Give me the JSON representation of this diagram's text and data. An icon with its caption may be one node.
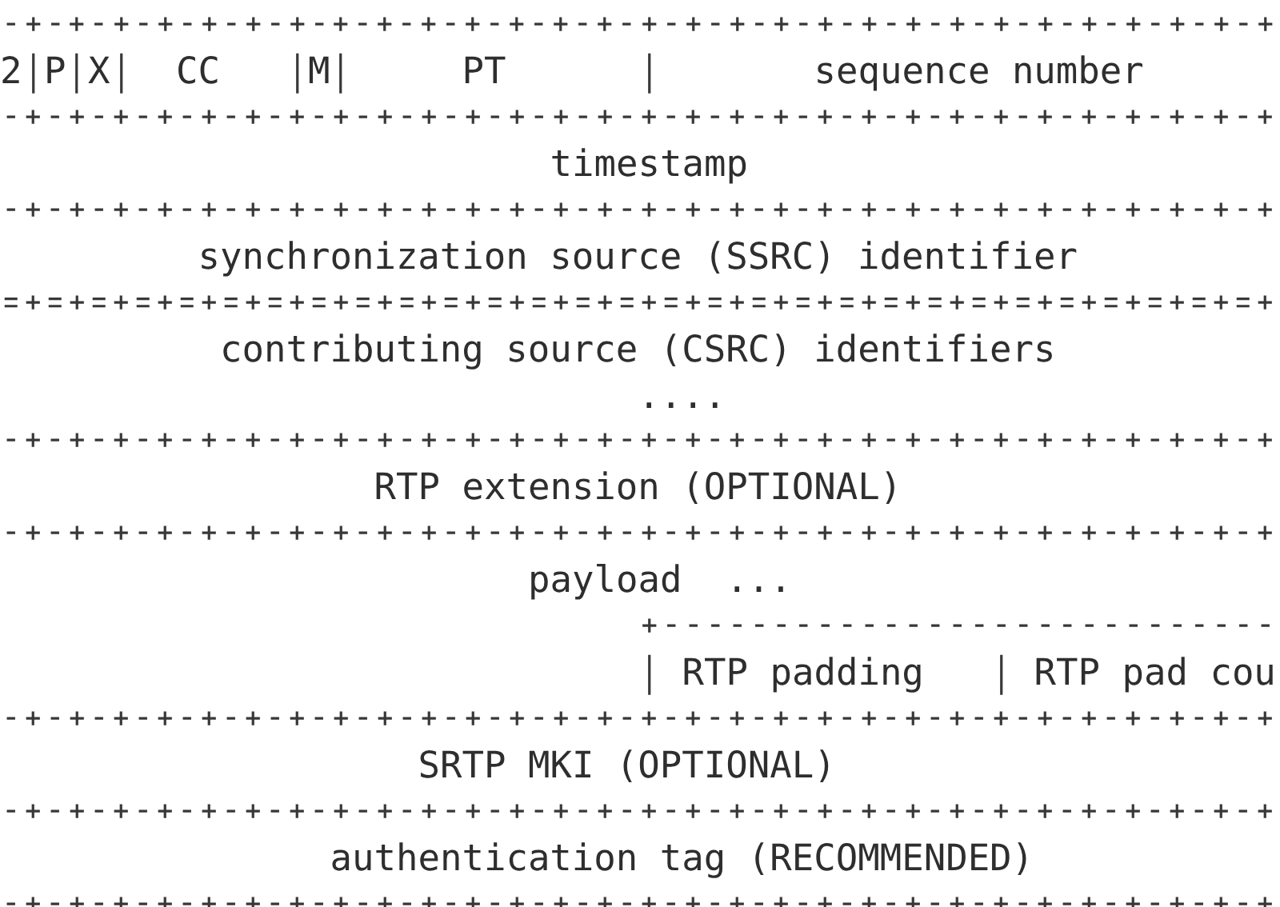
{
  "diagram": {
    "nodes": [
      {
        "text": [
          "2"
        ]
      },
      {
        "text": [
          "P"
        ]
      },
      {
        "text": [
          "X"
        ]
      },
      {
        "text": [
          "CC"
        ]
      },
      {
        "text": [
          "M"
        ]
      },
      {
        "text": [
          "PT"
        ]
      },
      {
        "text": [
          "sequence number"
        ]
      },
      {
        "text": [
          "timestamp"
        ]
      },
      {
        "text": [
          "synchronization source (SSRC) identifier"
        ]
      },
      {
        "text": [
          "contributing source (CSRC) identifiers",
          "...."
        ]
      },
      {
        "text": [
          "RTP extension (OPTIONAL)"
        ]
      },
      {
        "text": [
          "payload  ..."
        ]
      },
      {
        "text": [
          "RTP padding"
        ],
        "in": 11
      },
      {
        "text": [
          "RTP pad cou"
        ],
        "in": 11
      },
      {
        "text": [
          "SRTP MKI (OPTIONAL)"
        ]
      },
      {
        "text": [
          "authentication tag (RECOMMENDED)"
        ]
      }
    ]
  }
}
